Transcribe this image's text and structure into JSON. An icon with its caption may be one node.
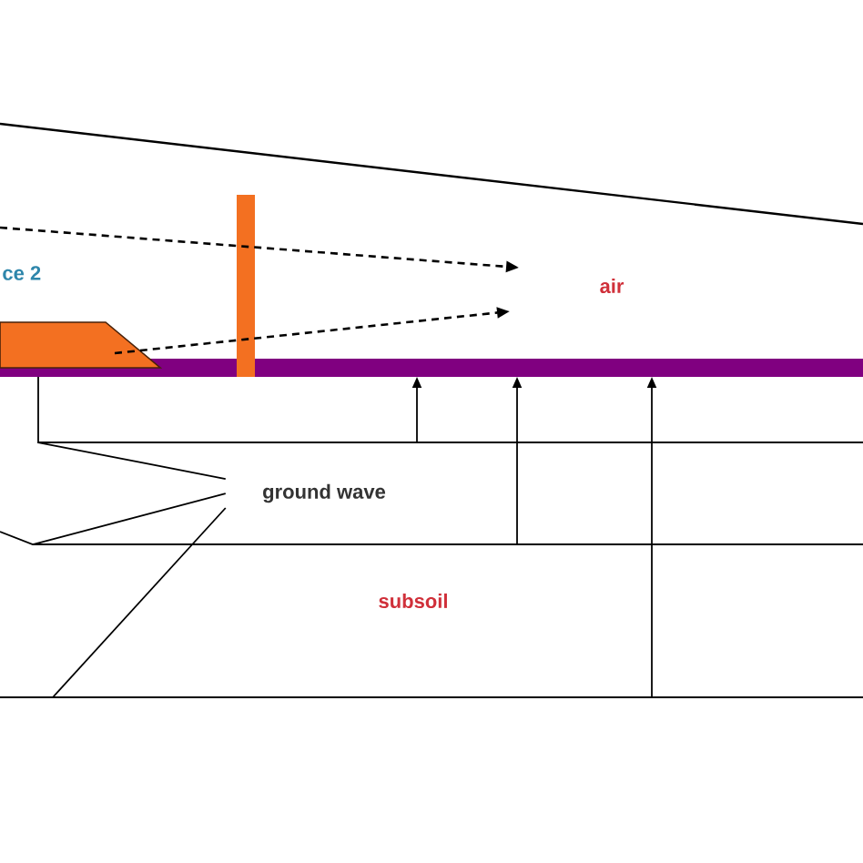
{
  "diagram": {
    "nodes": [
      {
        "text": [
          "ce 2"
        ]
      },
      {
        "text": [
          "air"
        ]
      },
      {
        "text": [
          "ground wave"
        ]
      },
      {
        "text": [
          "subsoil"
        ]
      }
    ],
    "edges": [
      {
        "from": 2,
        "to": null,
        "arrow": "none"
      },
      {
        "from": 2,
        "to": null,
        "arrow": "none"
      },
      {
        "from": 2,
        "to": null,
        "arrow": "none"
      }
    ]
  }
}
